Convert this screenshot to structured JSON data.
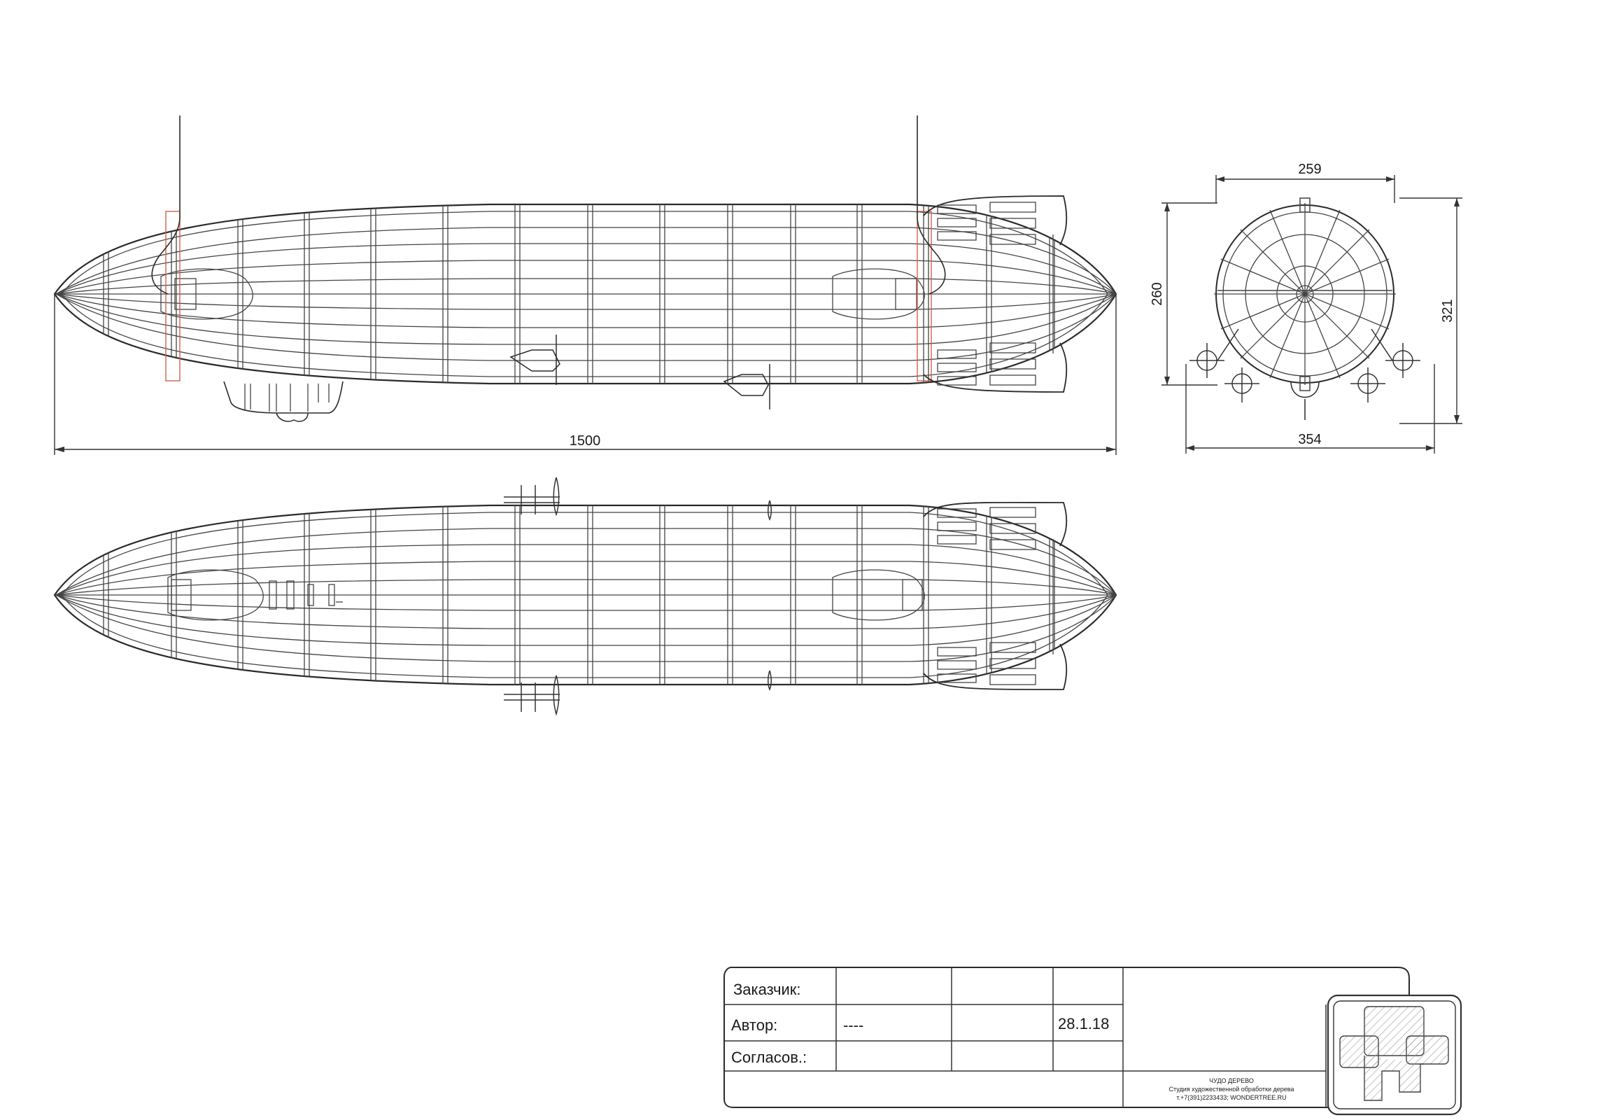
{
  "dimensions": {
    "length": "1500",
    "front_width": "259",
    "front_height": "260",
    "overall_height": "321",
    "overall_width": "354"
  },
  "title_block": {
    "customer_label": "Заказчик:",
    "author_label": "Автор:",
    "author_value": "----",
    "date": "28.1.18",
    "approved_label": "Согласов.:",
    "company_name": "ЧУДО ДЕРЕВО",
    "company_desc": "Студия художественной обработки дерева",
    "company_contact": "т.+7(391)2233433; WONDERTREE.RU"
  },
  "colors": {
    "line": "#2a2a2a",
    "highlight": "#d0604c"
  }
}
